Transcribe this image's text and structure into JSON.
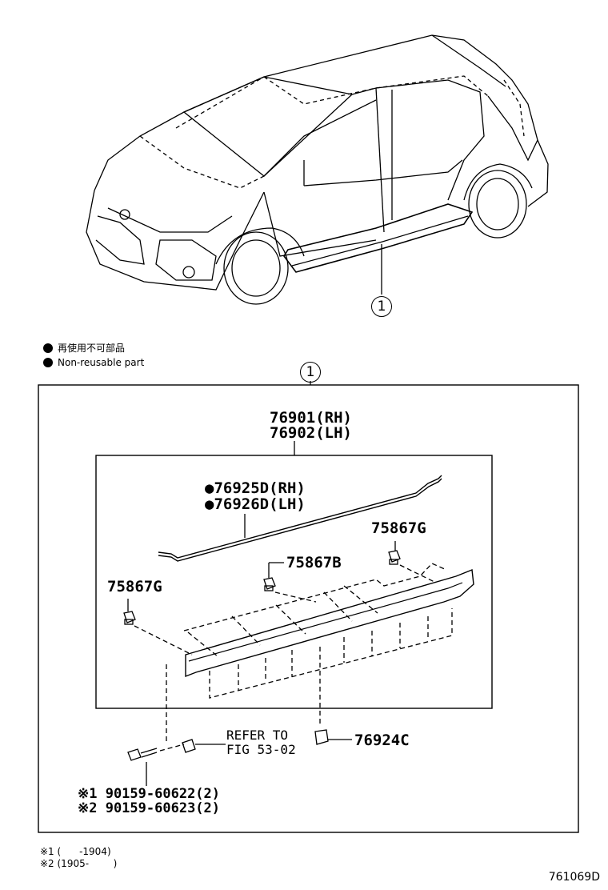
{
  "legend": {
    "non_reusable_jp": "再使用不可部品",
    "non_reusable_en": "Non-reusable part"
  },
  "callouts": {
    "car": "1",
    "box": "1"
  },
  "parts": {
    "rocker_rh": "76901(RH)",
    "rocker_lh": "76902(LH)",
    "seal_rh": "●76925D(RH)",
    "seal_lh": "●76926D(LH)",
    "clip_g_right": "75867G",
    "clip_b": "75867B",
    "clip_g_left": "75867G",
    "nut": "76924C",
    "screw_1": "※1 90159-60622(2)",
    "screw_2": "※2 90159-60623(2)"
  },
  "refer": {
    "line1": "REFER TO",
    "line2": "FIG 53-02"
  },
  "notes": {
    "n1": "※1 (      -1904)",
    "n2": "※2 (1905-        )"
  },
  "diagram_code": "761069D"
}
